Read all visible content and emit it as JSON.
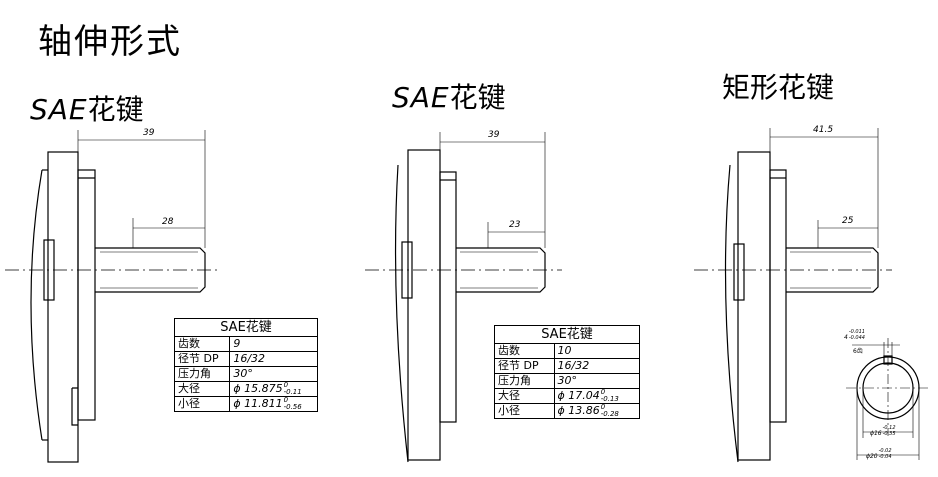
{
  "title": "轴伸形式",
  "sections": [
    {
      "title_prefix": "SAE",
      "title_main": "花键",
      "dim_total": "39",
      "dim_spline": "28"
    },
    {
      "title_prefix": "SAE",
      "title_main": "花键",
      "dim_total": "39",
      "dim_spline": "23"
    },
    {
      "title_prefix": "",
      "title_main": "矩形花键",
      "dim_total": "41.5",
      "dim_spline": "25"
    }
  ],
  "tables": [
    {
      "header": "SAE花键",
      "rows": [
        {
          "label": "齿数",
          "value": "9"
        },
        {
          "label": "径节 DP",
          "value": "16/32"
        },
        {
          "label": "压力角",
          "value": "30°"
        },
        {
          "label": "大径",
          "value": "ϕ 15.875",
          "tol_up": "0",
          "tol_low": "-0.11"
        },
        {
          "label": "小径",
          "value": "ϕ 11.811",
          "tol_up": "0",
          "tol_low": "-0.56"
        }
      ]
    },
    {
      "header": "SAE花键",
      "rows": [
        {
          "label": "齿数",
          "value": "10"
        },
        {
          "label": "径节 DP",
          "value": "16/32"
        },
        {
          "label": "压力角",
          "value": "30°"
        },
        {
          "label": "大径",
          "value": "ϕ 17.04",
          "tol_up": "0",
          "tol_low": "-0.13"
        },
        {
          "label": "小径",
          "value": "ϕ 13.86",
          "tol_up": "0",
          "tol_low": "-0.28"
        }
      ]
    }
  ],
  "rect_spline": {
    "key_width": "4",
    "key_tol_up": "-0.011",
    "key_tol_low": "-0.044",
    "teeth": "6齿",
    "minor": "ϕ16",
    "minor_tol_up": "-0.12",
    "minor_tol_low": "-0.35",
    "major": "ϕ20",
    "major_tol_up": "-0.02",
    "major_tol_low": "-0.04"
  }
}
